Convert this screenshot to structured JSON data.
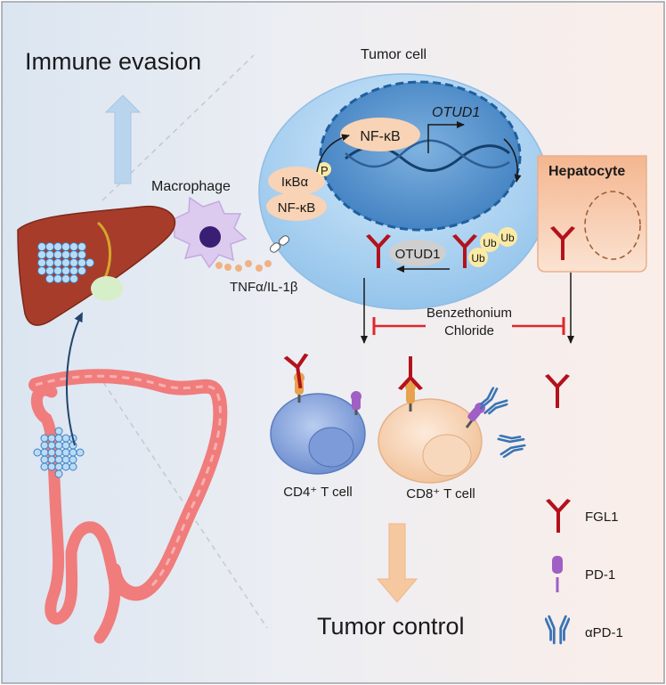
{
  "labels": {
    "immune_evasion": "Immune evasion",
    "tumor_cell": "Tumor cell",
    "nfkb_nucleus": "NF-κB",
    "otud1_gene": "OTUD1",
    "ikba": "IκBα",
    "p": "P",
    "nfkb_cyto": "NF-κB",
    "macrophage": "Macrophage",
    "tnf": "TNFα/IL-1β",
    "otud1_protein": "OTUD1",
    "ub1": "Ub",
    "ub2": "Ub",
    "ub3": "Ub",
    "hepatocyte": "Hepatocyte",
    "benzethonium_line1": "Benzethonium",
    "benzethonium_line2": "Chloride",
    "cd4": "CD4⁺ T cell",
    "cd8": "CD8⁺ T cell",
    "tumor_control": "Tumor control"
  },
  "legend": [
    {
      "icon": "fgl1-icon",
      "label": "FGL1"
    },
    {
      "icon": "pd1-icon",
      "label": "PD-1"
    },
    {
      "icon": "apd1-icon",
      "label": "αPD-1"
    }
  ],
  "colors": {
    "fgl1": "#b3121c",
    "pd1": "#a05fc4",
    "antibody": "#3a74b4",
    "inhibitor": "#e0262a",
    "tumor_cell": "#9cc8ec",
    "nucleus": "#4d8ac6",
    "hepatocyte": "#f6c8a4",
    "cd4": "#7f9fd8",
    "cd8": "#f8d6b8",
    "up_arrow": "#b9d5ee",
    "down_arrow": "#f6c8a0"
  }
}
